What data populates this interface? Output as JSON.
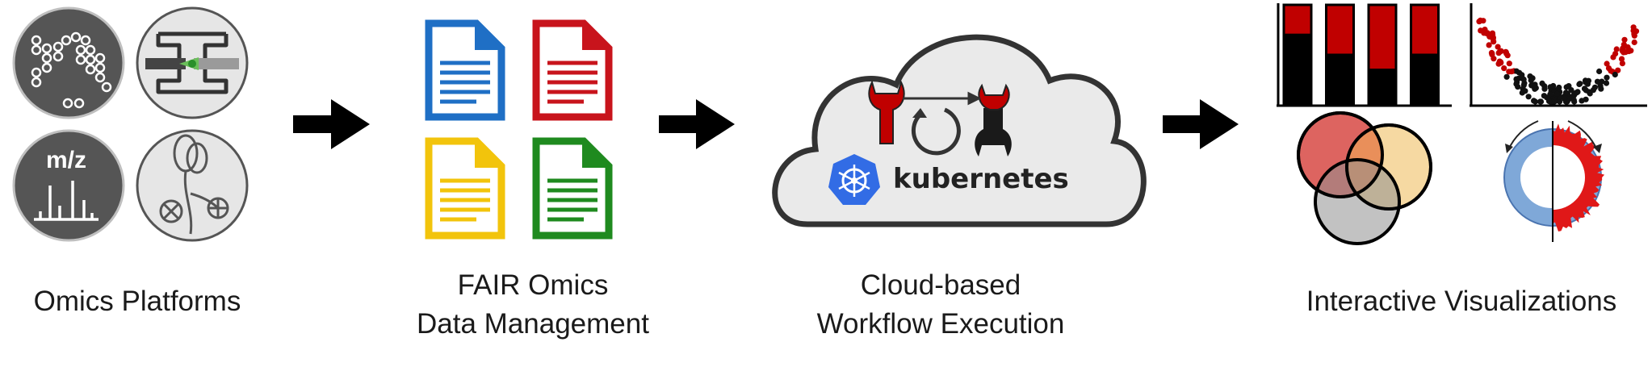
{
  "stages": [
    {
      "id": "omics",
      "lines": [
        "Omics Platforms"
      ]
    },
    {
      "id": "fair",
      "lines": [
        "FAIR Omics",
        "Data Management"
      ]
    },
    {
      "id": "cloud",
      "lines": [
        "Cloud-based",
        "Workflow Execution"
      ]
    },
    {
      "id": "viz",
      "lines": [
        "Interactive Visualizations"
      ]
    }
  ],
  "platform_icons": {
    "mass_spec_label": "m/z"
  },
  "cloud": {
    "brand": "kubernetes"
  },
  "colors": {
    "doc_blue": "#1f6fc5",
    "doc_red": "#c8141c",
    "doc_yellow": "#f2c40c",
    "doc_green": "#1f8a1f",
    "icon_grey": "#555555",
    "cloud_fill": "#eaeaea",
    "cloud_stroke": "#333333",
    "k8s_blue": "#326ce5",
    "tool_red": "#c00000",
    "bar_red": "#c00000"
  },
  "chart_data": {
    "type": "bar",
    "categories": [
      "",
      "",
      "",
      ""
    ],
    "series": [
      {
        "values": [
          0.7,
          0.5,
          0.35,
          0.5
        ]
      },
      {
        "values": [
          0.3,
          0.5,
          0.65,
          0.5
        ]
      }
    ],
    "ylim": [
      0,
      1
    ]
  }
}
